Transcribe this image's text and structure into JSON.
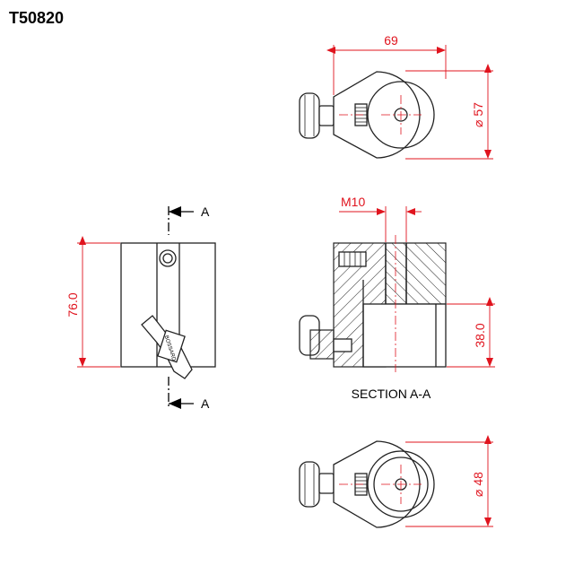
{
  "drawing": {
    "part_number": "T50820",
    "dimensions": {
      "width_top": "69",
      "diameter_top": "⌀ 57",
      "height_side": "76.0",
      "thread": "M10",
      "bore_depth": "38.0",
      "diameter_bottom": "⌀ 48"
    },
    "section_marker": "A",
    "section_label": "SECTION A-A",
    "knob_text": "BOSSARD"
  },
  "colors": {
    "dimension": "#e0141e",
    "outline": "#222222",
    "section_arrow": "#000000"
  }
}
